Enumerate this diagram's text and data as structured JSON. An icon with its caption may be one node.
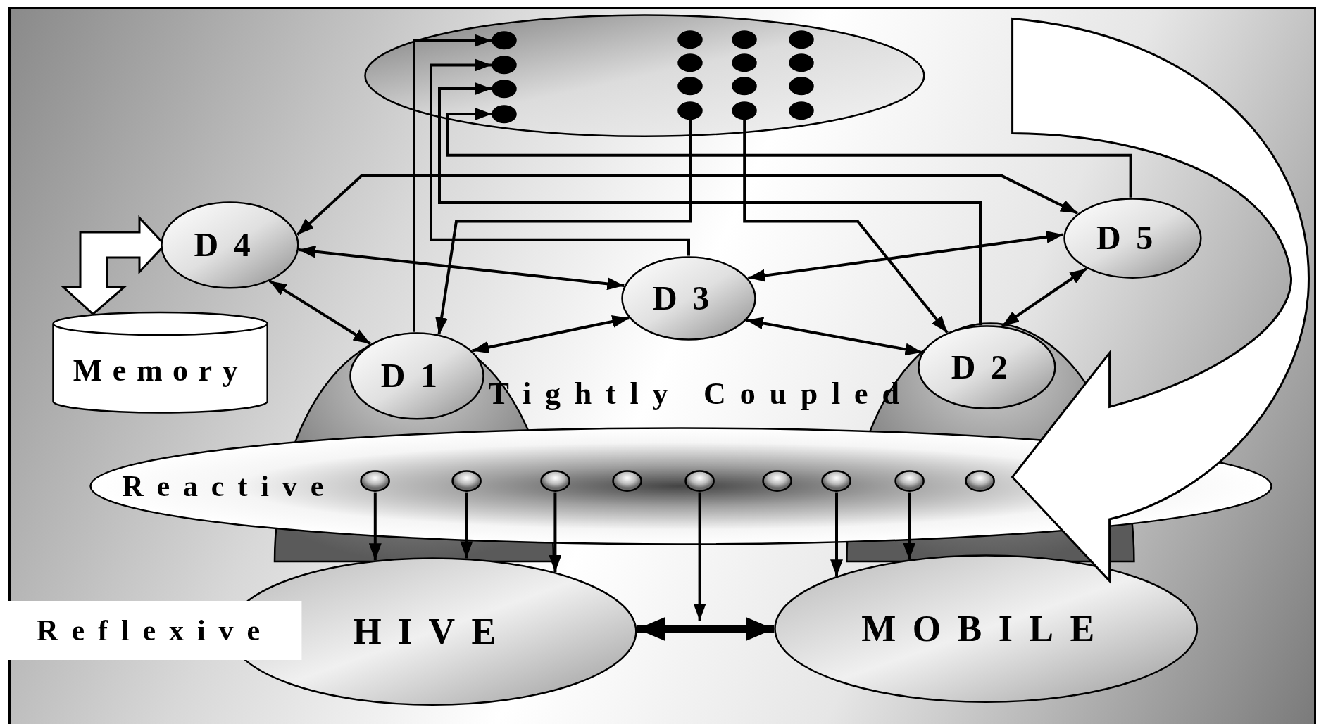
{
  "diagram": {
    "nodes": [
      {
        "text": [],
        "shape": "ellipse"
      },
      {
        "text": [],
        "shape": "ellipse",
        "in": 0
      },
      {
        "text": [],
        "shape": "ellipse",
        "in": 0
      },
      {
        "text": [],
        "shape": "ellipse",
        "in": 0
      },
      {
        "text": [],
        "shape": "ellipse",
        "in": 0
      },
      {
        "text": [],
        "shape": "ellipse",
        "in": 0
      },
      {
        "text": [],
        "shape": "ellipse",
        "in": 0
      },
      {
        "text": [],
        "shape": "ellipse",
        "in": 0
      },
      {
        "text": [],
        "shape": "ellipse",
        "in": 0
      },
      {
        "text": [],
        "shape": "ellipse",
        "in": 0
      },
      {
        "text": [],
        "shape": "ellipse",
        "in": 0
      },
      {
        "text": [],
        "shape": "ellipse",
        "in": 0
      },
      {
        "text": [],
        "shape": "ellipse",
        "in": 0
      },
      {
        "text": [],
        "shape": "ellipse",
        "in": 0
      },
      {
        "text": [],
        "shape": "ellipse",
        "in": 0
      },
      {
        "text": [],
        "shape": "ellipse",
        "in": 0
      },
      {
        "text": [],
        "shape": "ellipse",
        "in": 0
      },
      {
        "text": [
          "D4"
        ]
      },
      {
        "text": [
          "Memory"
        ]
      },
      {
        "text": [
          "D3"
        ]
      },
      {
        "text": [
          "D5"
        ]
      },
      {
        "text": [
          "D1"
        ]
      },
      {
        "text": [
          "D2"
        ]
      },
      {
        "text": [
          "Reactive"
        ]
      },
      {
        "text": [],
        "shape": "ellipse",
        "in": 23
      },
      {
        "text": [],
        "shape": "ellipse",
        "in": 23
      },
      {
        "text": [],
        "shape": "ellipse",
        "in": 23
      },
      {
        "text": [],
        "shape": "ellipse",
        "in": 23
      },
      {
        "text": [],
        "shape": "ellipse",
        "in": 23
      },
      {
        "text": [],
        "shape": "ellipse",
        "in": 23
      },
      {
        "text": [],
        "shape": "ellipse",
        "in": 23
      },
      {
        "text": [],
        "shape": "ellipse",
        "in": 23
      },
      {
        "text": [],
        "shape": "ellipse",
        "in": 23
      },
      {
        "text": [
          "HIVE"
        ]
      },
      {
        "text": [
          "MOBILE"
        ]
      },
      {
        "text": [
          "Reflexive"
        ]
      }
    ],
    "edges": [
      {
        "from": 21,
        "to": 1,
        "arrow": "to"
      },
      {
        "from": 19,
        "to": 2,
        "arrow": "to"
      },
      {
        "from": 22,
        "to": 3,
        "arrow": "to"
      },
      {
        "from": 20,
        "to": 4,
        "arrow": "to"
      },
      {
        "from": 8,
        "to": 21,
        "arrow": "to"
      },
      {
        "from": 12,
        "to": 22,
        "arrow": "to"
      },
      {
        "from": 17,
        "to": 20,
        "arrow": "both"
      },
      {
        "from": 17,
        "to": 19,
        "arrow": "both"
      },
      {
        "from": 17,
        "to": 21,
        "arrow": "both"
      },
      {
        "from": 21,
        "to": 19,
        "arrow": "both"
      },
      {
        "from": 19,
        "to": 20,
        "arrow": "both"
      },
      {
        "from": 19,
        "to": 22,
        "arrow": "both"
      },
      {
        "from": 20,
        "to": 22,
        "arrow": "both"
      },
      {
        "from": 17,
        "to": 18,
        "arrow": "both"
      },
      {
        "from": 24,
        "to": 33,
        "arrow": "to"
      },
      {
        "from": 25,
        "to": 33,
        "arrow": "to"
      },
      {
        "from": 26,
        "to": 33,
        "arrow": "to"
      },
      {
        "from": 28,
        "to": null,
        "arrow": "to"
      },
      {
        "from": 33,
        "to": 34,
        "arrow": "both",
        "style": "thick"
      },
      {
        "from": 30,
        "to": 34,
        "arrow": "to"
      },
      {
        "from": 31,
        "to": 34,
        "arrow": "to"
      },
      {
        "from": null,
        "to": 23,
        "arrow": "to"
      }
    ],
    "labels": [
      "Tightly Coupled"
    ]
  }
}
